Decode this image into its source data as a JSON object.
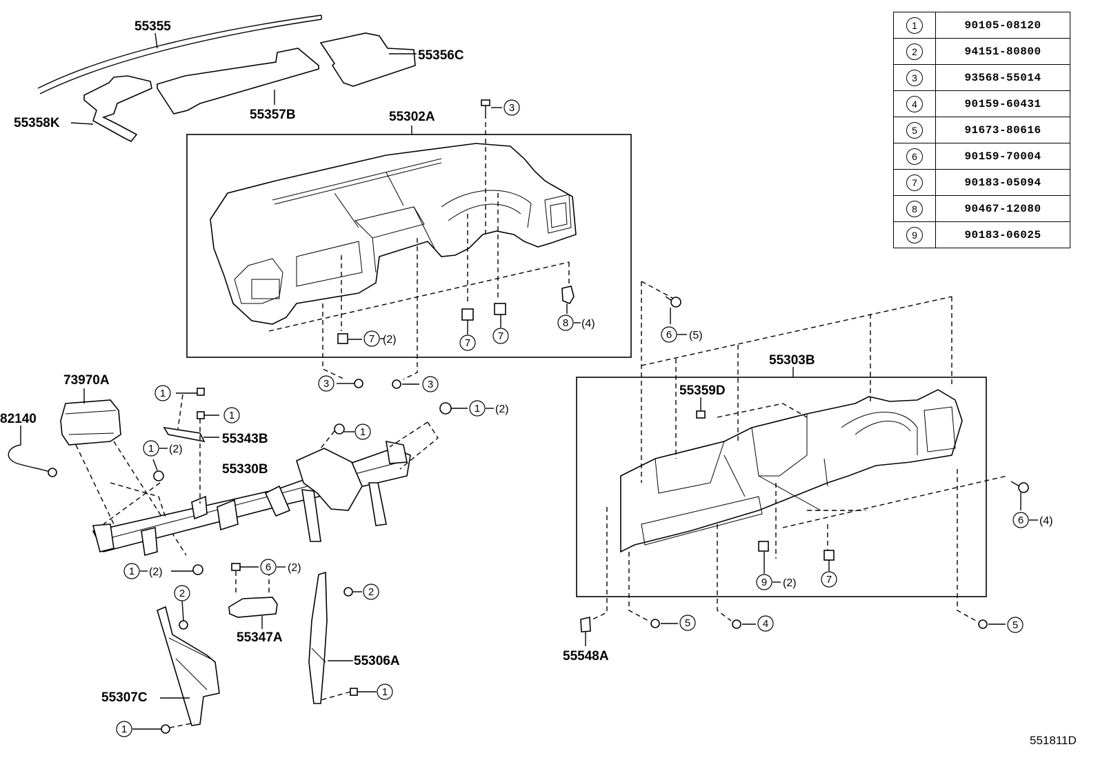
{
  "diagram_ref": "551811D",
  "part_labels": {
    "p55355": "55355",
    "p55356C": "55356C",
    "p55357B": "55357B",
    "p55358K": "55358K",
    "p55302A": "55302A",
    "p55303B": "55303B",
    "p55359D": "55359D",
    "p73970A": "73970A",
    "p82140": "82140",
    "p55343B": "55343B",
    "p55330B": "55330B",
    "p55347A": "55347A",
    "p55307C": "55307C",
    "p55306A": "55306A",
    "p55548A": "55548A"
  },
  "qty": {
    "q2": "(2)",
    "q4": "(4)",
    "q5": "(5)"
  },
  "fastener_table": [
    {
      "num": "1",
      "part_no": "90105-08120"
    },
    {
      "num": "2",
      "part_no": "94151-80800"
    },
    {
      "num": "3",
      "part_no": "93568-55014"
    },
    {
      "num": "4",
      "part_no": "90159-60431"
    },
    {
      "num": "5",
      "part_no": "91673-80616"
    },
    {
      "num": "6",
      "part_no": "90159-70004"
    },
    {
      "num": "7",
      "part_no": "90183-05094"
    },
    {
      "num": "8",
      "part_no": "90467-12080"
    },
    {
      "num": "9",
      "part_no": "90183-06025"
    }
  ]
}
